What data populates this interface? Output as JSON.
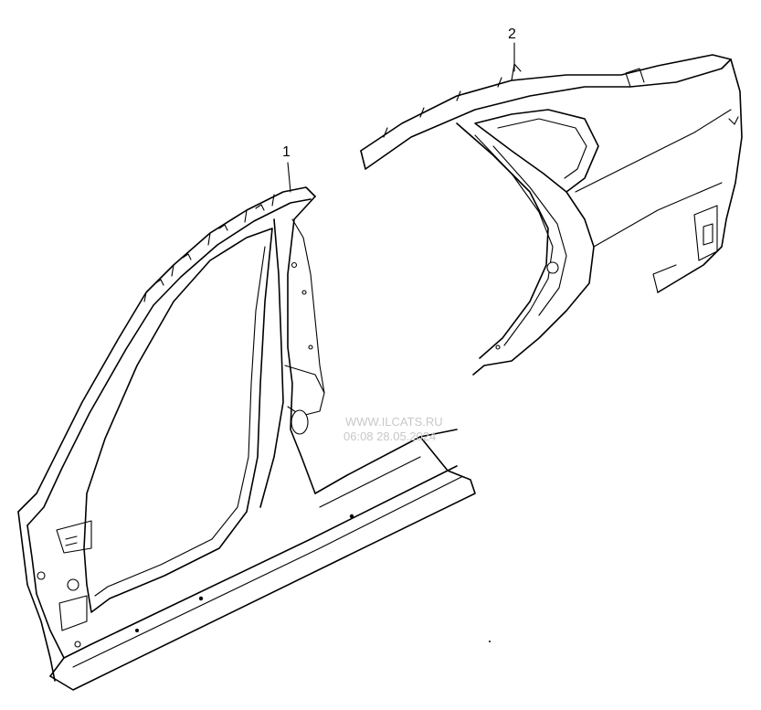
{
  "diagram": {
    "callouts": [
      {
        "id": "part-1",
        "label": "1"
      },
      {
        "id": "part-2",
        "label": "2"
      }
    ],
    "watermark": {
      "line1": "WWW.ILCATS.RU",
      "line2": "06:08 28.05.2024"
    }
  }
}
